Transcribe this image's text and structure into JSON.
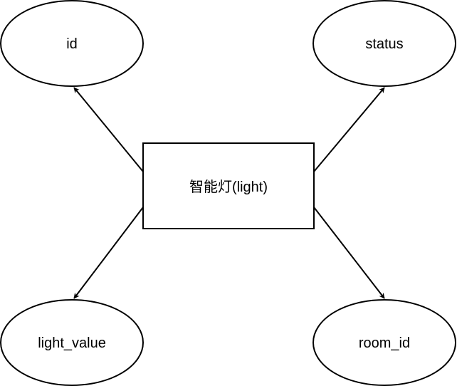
{
  "entity": {
    "label": "智能灯(light)"
  },
  "attributes": {
    "id": {
      "label": "id"
    },
    "status": {
      "label": "status"
    },
    "light_value": {
      "label": "light_value"
    },
    "room_id": {
      "label": "room_id"
    }
  },
  "colors": {
    "stroke": "#000000",
    "fill": "#ffffff",
    "background": "#ffffff"
  }
}
